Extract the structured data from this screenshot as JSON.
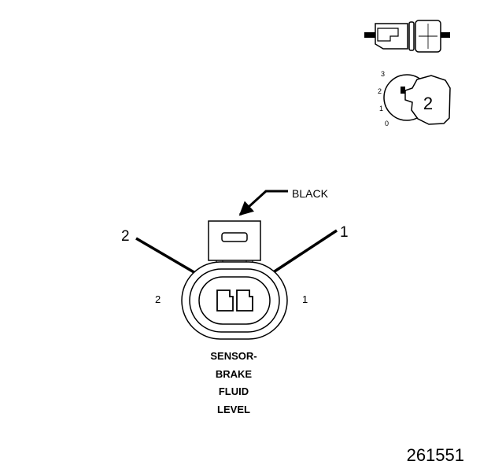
{
  "inset": {
    "position_marks": [
      "3",
      "2",
      "1",
      "0"
    ],
    "position_value": "2"
  },
  "callouts": {
    "color": "BLACK",
    "pin_left_arrow": "2",
    "pin_right_arrow": "1"
  },
  "connector": {
    "cavity_left": "2",
    "cavity_right": "1",
    "name_lines": [
      "SENSOR-",
      "BRAKE",
      "FLUID",
      "LEVEL"
    ]
  },
  "figure_number": "261551"
}
